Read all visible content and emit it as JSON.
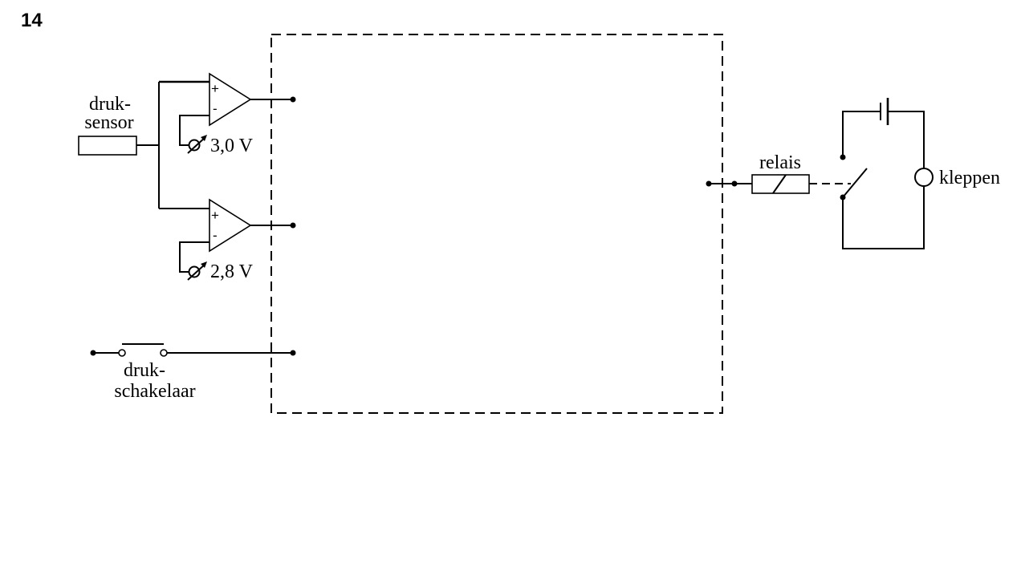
{
  "question_number": "14",
  "labels": {
    "druksensor_line1": "druk-",
    "druksensor_line2": "sensor",
    "ref_top": "3,0 V",
    "ref_bottom": "2,8 V",
    "drukschakelaar_line1": "druk-",
    "drukschakelaar_line2": "schakelaar",
    "relais": "relais",
    "kleppen": "kleppen",
    "plus": "+",
    "minus": "-"
  }
}
